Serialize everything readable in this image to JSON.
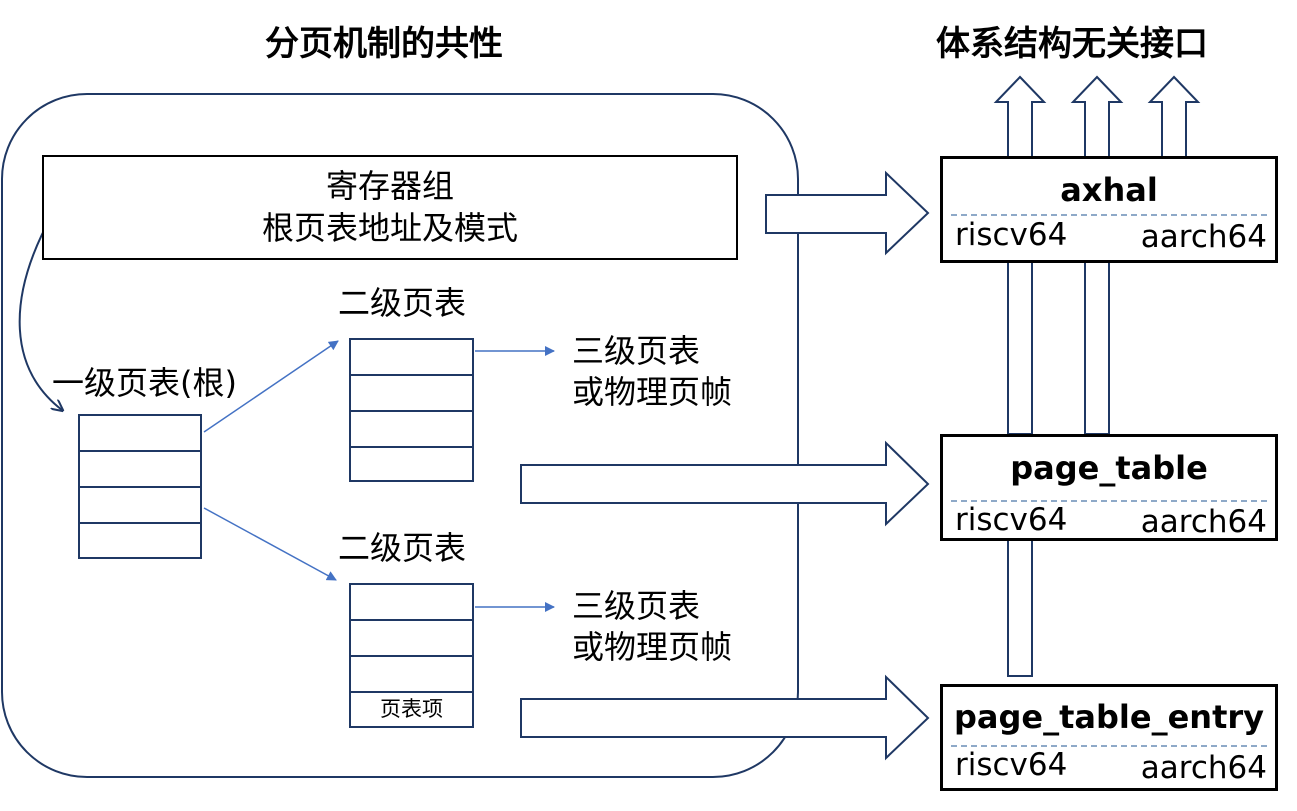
{
  "left_title": "分页机制的共性",
  "right_title": "体系结构无关接口",
  "register_group": {
    "line1": "寄存器组",
    "line2": "根页表地址及模式"
  },
  "level1_table": {
    "label": "一级页表(根)"
  },
  "level2_table_top": {
    "label": "二级页表"
  },
  "level2_table_bottom": {
    "label": "二级页表",
    "entry_label": "页表项"
  },
  "level3_top": {
    "line1": "三级页表",
    "line2": "或物理页帧"
  },
  "level3_bottom": {
    "line1": "三级页表",
    "line2": "或物理页帧"
  },
  "modules": [
    {
      "name": "axhal",
      "arch_left": "riscv64",
      "arch_right": "aarch64"
    },
    {
      "name": "page_table",
      "arch_left": "riscv64",
      "arch_right": "aarch64"
    },
    {
      "name": "page_table_entry",
      "arch_left": "riscv64",
      "arch_right": "aarch64"
    }
  ],
  "colors": {
    "outline": "#1f3864",
    "arrow_blue": "#4472c4",
    "dash": "#8ea9c8"
  }
}
